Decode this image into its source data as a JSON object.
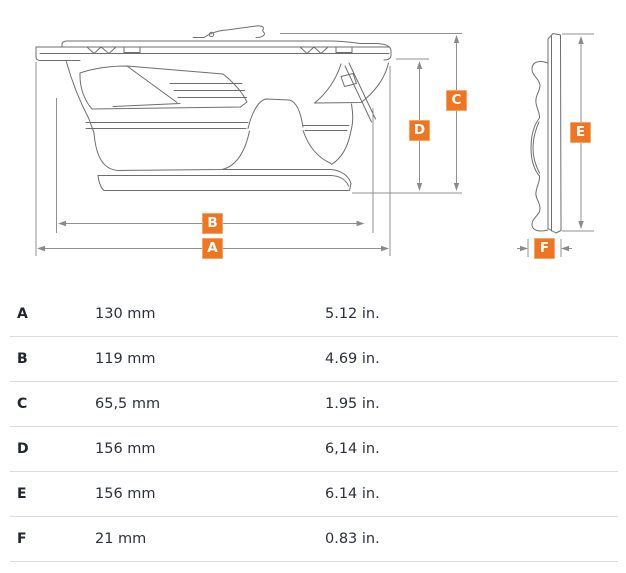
{
  "diagram": {
    "dimension_labels": [
      {
        "id": "A"
      },
      {
        "id": "B"
      },
      {
        "id": "C"
      },
      {
        "id": "D"
      },
      {
        "id": "E"
      },
      {
        "id": "F"
      }
    ],
    "accent_color": "#EE7623"
  },
  "table": {
    "rows": [
      {
        "label": "A",
        "mm": "130 mm",
        "inches": "5.12 in."
      },
      {
        "label": "B",
        "mm": "119 mm",
        "inches": "4.69 in."
      },
      {
        "label": "C",
        "mm": "65,5 mm",
        "inches": "1.95 in."
      },
      {
        "label": "D",
        "mm": "156 mm",
        "inches": "6,14 in."
      },
      {
        "label": "E",
        "mm": "156 mm",
        "inches": "6.14 in."
      },
      {
        "label": "F",
        "mm": "21 mm",
        "inches": "0.83 in."
      }
    ]
  },
  "colors": {
    "accent": "#EE7623",
    "drawing_line": "#6E6E6E",
    "dimension_line": "#909090",
    "divider": "#DCDCDC",
    "text": "#2B303A"
  }
}
